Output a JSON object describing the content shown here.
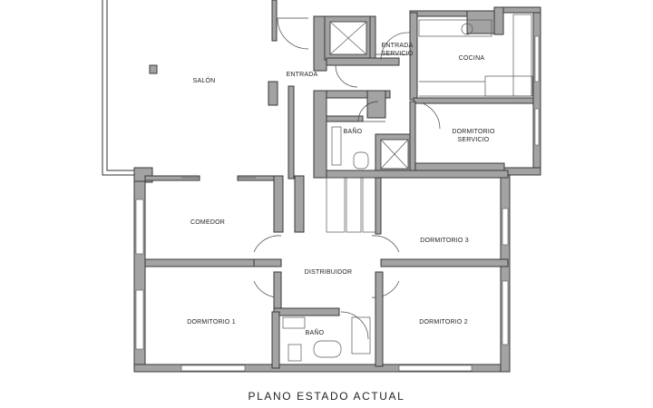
{
  "title": "PLANO ESTADO ACTUAL",
  "rooms": {
    "salon": "SALÓN",
    "entrada": "ENTRADA",
    "entrada_servicio_1": "ENTRADA",
    "entrada_servicio_2": "SERVICIO",
    "cocina": "COCINA",
    "bano_1": "BAÑO",
    "dormitorio_servicio_1": "DORMITORIO",
    "dormitorio_servicio_2": "SERVICIO",
    "comedor": "COMEDOR",
    "dormitorio_3": "DORMITORIO 3",
    "distribuidor": "DISTRIBUIDOR",
    "dormitorio_1": "DORMITORIO 1",
    "dormitorio_2": "DORMITORIO 2",
    "bano_2": "BAÑO"
  }
}
